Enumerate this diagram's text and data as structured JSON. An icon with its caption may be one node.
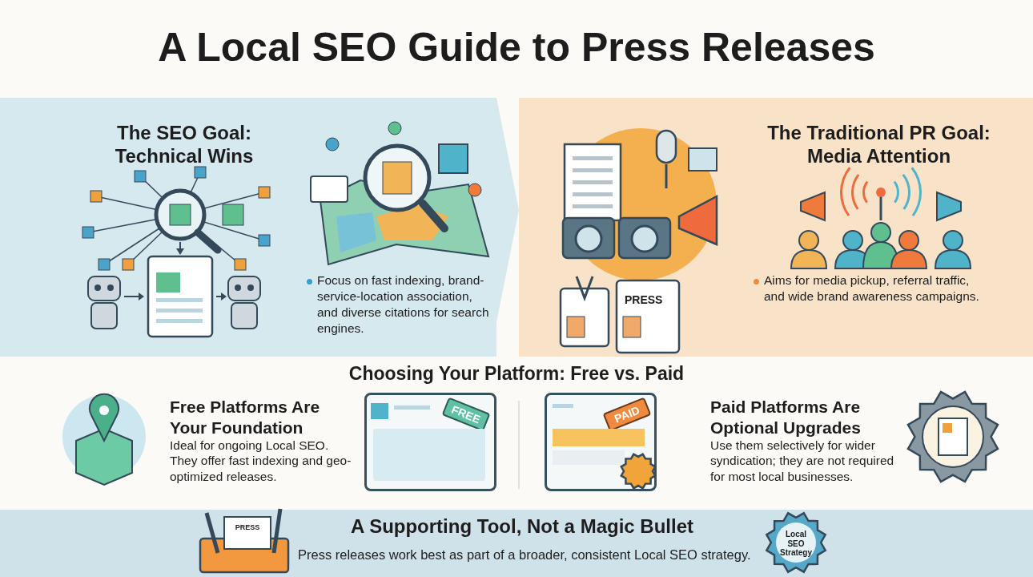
{
  "diagram": {
    "title": "A Local SEO Guide to Press Releases",
    "nodes": [
      {
        "text": [
          "The SEO Goal: Technical Wins",
          "Focus on fast indexing, brand-service-location association, and diverse citations for search engines."
        ]
      },
      {
        "text": [
          "The Traditional PR Goal: Media Attention",
          "Aims for media pickup, referral traffic, and wide brand awareness campaigns."
        ]
      },
      {
        "text": [],
        "shape": "box"
      },
      {
        "text": [
          "FREE"
        ],
        "in": 2
      },
      {
        "text": [],
        "shape": "box"
      },
      {
        "text": [
          "PAID"
        ],
        "in": 4
      },
      {
        "text": [
          "A Supporting Tool, Not a Magic Bullet",
          "Press releases work best as part of a broader, consistent Local SEO strategy."
        ]
      },
      {
        "text": [
          "Local SEO Strategy"
        ],
        "in": 6
      }
    ],
    "labels": [
      "PRESS",
      "Choosing Your Platform: Free vs. Paid",
      "Free Platforms Are Your Foundation",
      "Ideal for ongoing Local SEO. They offer fast indexing and geo-optimized releases.",
      "Paid Platforms Are Optional Upgrades",
      "Use them selectively for wider syndication; they are not required for most local businesses.",
      "PRESS"
    ]
  }
}
